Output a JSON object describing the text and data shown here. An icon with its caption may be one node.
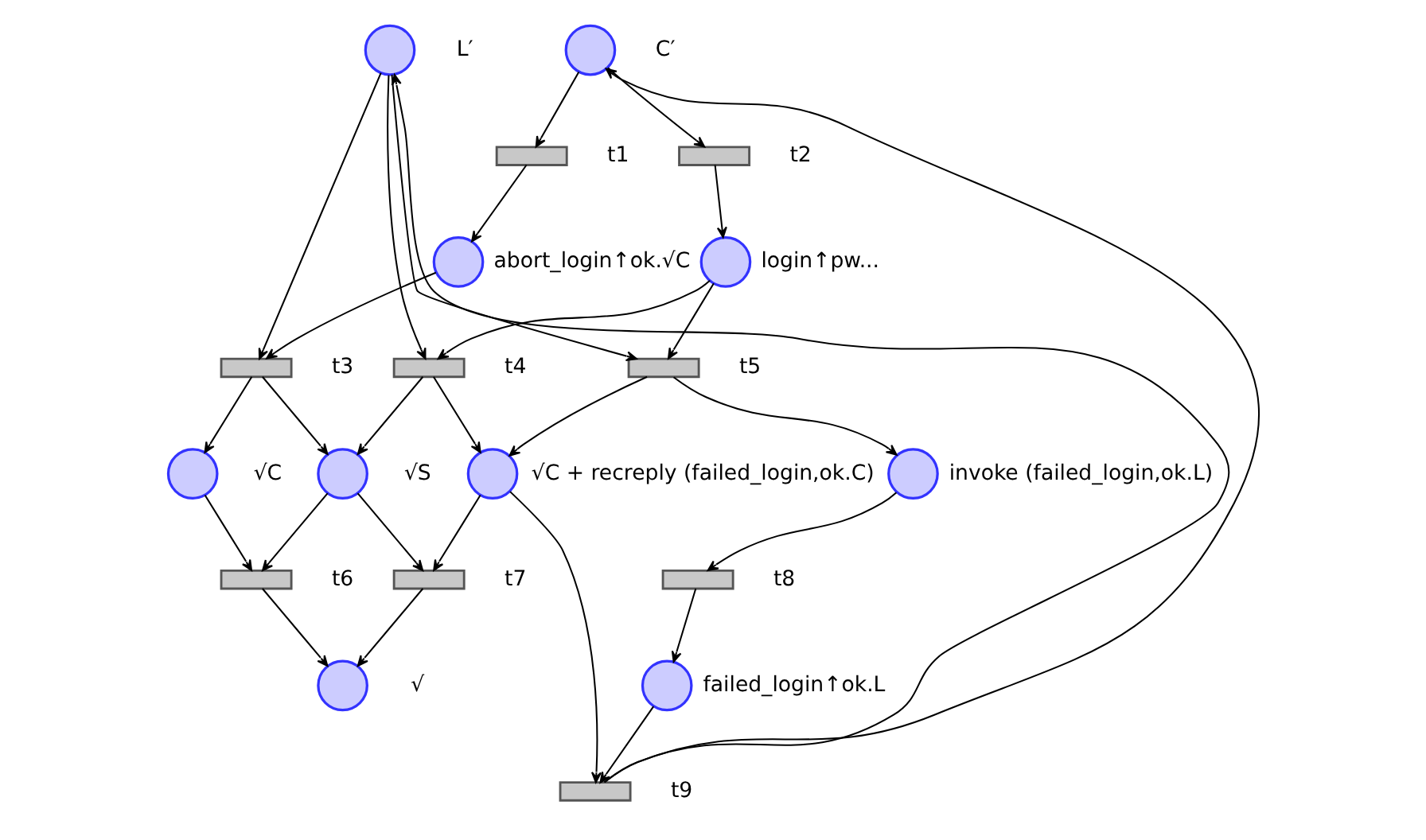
{
  "diagram": {
    "nodes": [
      {
        "text": [],
        "shape": "circle",
        "beside": [
          "L′"
        ]
      },
      {
        "text": [],
        "shape": "circle",
        "beside": [
          "C′"
        ]
      },
      {
        "text": [],
        "shape": "bar",
        "beside": [
          "t1"
        ]
      },
      {
        "text": [],
        "shape": "bar",
        "beside": [
          "t2"
        ]
      },
      {
        "text": [],
        "shape": "bar",
        "beside": [
          "t3"
        ]
      },
      {
        "text": [],
        "shape": "circle",
        "beside": [
          "abort_login↑ok.√C"
        ]
      },
      {
        "text": [],
        "shape": "bar",
        "beside": [
          "t4"
        ]
      },
      {
        "text": [],
        "shape": "circle",
        "beside": [
          "login↑pw..."
        ]
      },
      {
        "text": [],
        "shape": "bar",
        "beside": [
          "t5"
        ]
      },
      {
        "text": [],
        "shape": "circle",
        "beside": [
          "√C"
        ]
      },
      {
        "text": [],
        "shape": "circle",
        "beside": [
          "√S"
        ]
      },
      {
        "text": [],
        "shape": "circle",
        "beside": [
          "√C + recreply (failed_login,ok.C)"
        ]
      },
      {
        "text": [],
        "shape": "bar",
        "beside": [
          "t6"
        ]
      },
      {
        "text": [],
        "shape": "bar",
        "beside": [
          "t7"
        ]
      },
      {
        "text": [],
        "shape": "circle",
        "beside": [
          "invoke (failed_login,ok.L)"
        ]
      },
      {
        "text": [],
        "shape": "circle",
        "beside": [
          "√"
        ]
      },
      {
        "text": [],
        "shape": "bar",
        "beside": [
          "t8"
        ]
      },
      {
        "text": [],
        "shape": "circle",
        "beside": [
          "failed_login↑ok.L"
        ]
      },
      {
        "text": [],
        "shape": "bar",
        "beside": [
          "t9"
        ]
      }
    ],
    "edges": [
      {
        "from": 1,
        "to": 2,
        "arrow": "to"
      },
      {
        "from": 1,
        "to": 3,
        "arrow": "to"
      },
      {
        "from": 2,
        "to": 5,
        "arrow": "to"
      },
      {
        "from": 3,
        "to": 7,
        "arrow": "to"
      },
      {
        "from": 0,
        "to": 4,
        "arrow": "to"
      },
      {
        "from": 5,
        "to": 4,
        "arrow": "to"
      },
      {
        "from": 0,
        "to": 6,
        "arrow": "to"
      },
      {
        "from": 7,
        "to": 6,
        "arrow": "to"
      },
      {
        "from": 0,
        "to": 8,
        "arrow": "to"
      },
      {
        "from": 7,
        "to": 8,
        "arrow": "to"
      },
      {
        "from": 4,
        "to": 9,
        "arrow": "to"
      },
      {
        "from": 4,
        "to": 10,
        "arrow": "to"
      },
      {
        "from": 6,
        "to": 10,
        "arrow": "to"
      },
      {
        "from": 6,
        "to": 11,
        "arrow": "to"
      },
      {
        "from": 8,
        "to": 11,
        "arrow": "to"
      },
      {
        "from": 8,
        "to": 14,
        "arrow": "to"
      },
      {
        "from": 9,
        "to": 12,
        "arrow": "to"
      },
      {
        "from": 10,
        "to": 12,
        "arrow": "to"
      },
      {
        "from": 10,
        "to": 13,
        "arrow": "to"
      },
      {
        "from": 11,
        "to": 13,
        "arrow": "to"
      },
      {
        "from": 12,
        "to": 15,
        "arrow": "to"
      },
      {
        "from": 13,
        "to": 15,
        "arrow": "to"
      },
      {
        "from": 14,
        "to": 16,
        "arrow": "to"
      },
      {
        "from": 16,
        "to": 17,
        "arrow": "to"
      },
      {
        "from": 17,
        "to": 18,
        "arrow": "to"
      },
      {
        "from": 11,
        "to": 18,
        "arrow": "to"
      },
      {
        "from": 18,
        "to": 0,
        "arrow": "to"
      },
      {
        "from": 18,
        "to": 1,
        "arrow": "to"
      }
    ]
  }
}
